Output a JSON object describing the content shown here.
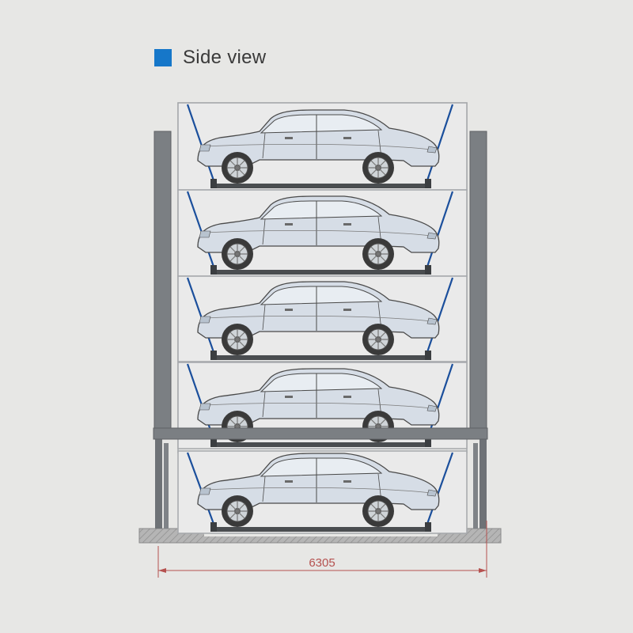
{
  "legend": {
    "label": "Side view",
    "swatch_color": "#1677c9"
  },
  "diagram": {
    "levels": 5,
    "dimension_label": "6305",
    "colors": {
      "post": "#7b7f83",
      "frame": "#5f6265",
      "cable": "#1b4f9c",
      "car_body": "#d6dde6",
      "dimension": "#b5514f"
    }
  }
}
